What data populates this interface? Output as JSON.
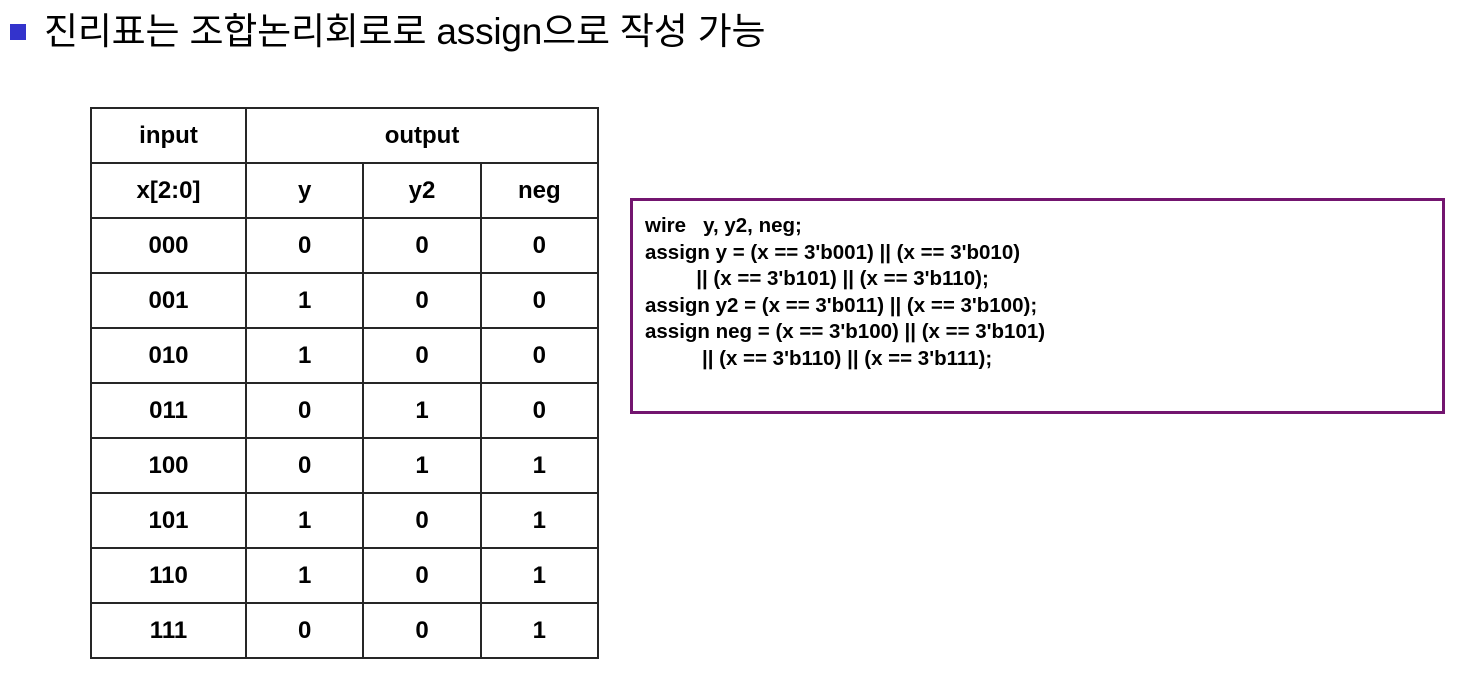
{
  "slide": {
    "bullet_icon": "square-bullet-icon",
    "bullet_color": "#3333CC",
    "heading": "진리표는 조합논리회로로 assign으로 작성 가능"
  },
  "table": {
    "name": "truth-table",
    "group_headers": [
      {
        "label": "input",
        "colspan": 1
      },
      {
        "label": "output",
        "colspan": 3
      }
    ],
    "columns": [
      "x[2:0]",
      "y",
      "y2",
      "neg"
    ],
    "rows": [
      {
        "x": "000",
        "y": "0",
        "y2": "0",
        "neg": "0"
      },
      {
        "x": "001",
        "y": "1",
        "y2": "0",
        "neg": "0"
      },
      {
        "x": "010",
        "y": "1",
        "y2": "0",
        "neg": "0"
      },
      {
        "x": "011",
        "y": "0",
        "y2": "1",
        "neg": "0"
      },
      {
        "x": "100",
        "y": "0",
        "y2": "1",
        "neg": "1"
      },
      {
        "x": "101",
        "y": "1",
        "y2": "0",
        "neg": "1"
      },
      {
        "x": "110",
        "y": "1",
        "y2": "0",
        "neg": "1"
      },
      {
        "x": "111",
        "y": "0",
        "y2": "0",
        "neg": "1"
      }
    ]
  },
  "code_box": {
    "name": "verilog-code-box",
    "border_color": "#73156F",
    "lines": [
      "wire   y, y2, neg;",
      "assign y = (x == 3'b001) || (x == 3'b010)",
      "         || (x == 3'b101) || (x == 3'b110);",
      "assign y2 = (x == 3'b011) || (x == 3'b100);",
      "assign neg = (x == 3'b100) || (x == 3'b101)",
      "          || (x == 3'b110) || (x == 3'b111);"
    ],
    "text": "wire   y, y2, neg;\nassign y = (x == 3'b001) || (x == 3'b010)\n         || (x == 3'b101) || (x == 3'b110);\nassign y2 = (x == 3'b011) || (x == 3'b100);\nassign neg = (x == 3'b100) || (x == 3'b101)\n          || (x == 3'b110) || (x == 3'b111);"
  }
}
